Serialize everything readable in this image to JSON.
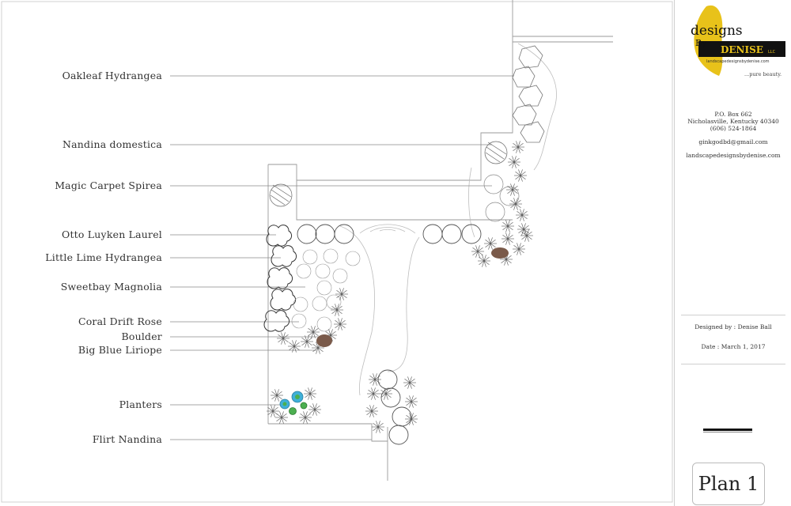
{
  "labels": {
    "oakleaf": "Oakleaf Hydrangea",
    "nandina": "Nandina domestica",
    "spirea": "Magic Carpet Spirea",
    "laurel": "Otto Luyken Laurel",
    "lime": "Little Lime Hydrangea",
    "magnolia": "Sweetbay Magnolia",
    "rose": "Coral Drift Rose",
    "boulder": "Boulder",
    "liriope": "Big Blue Liriope",
    "planters": "Planters",
    "flirt": "Flirt Nandina"
  },
  "logo": {
    "line1": "designs",
    "line2": "By",
    "line3": "DENISE",
    "llc": "LLC",
    "site_small": "landscapedesignsbydenise.com",
    "tagline": "...pure beauty."
  },
  "contact": {
    "box": "P.O. Box 662",
    "city": "Nicholasville, Kentucky 40340",
    "phone": "(606) 524-1864",
    "email": "ginkgodbd@gmail.com",
    "website": "landscapedesignsbydenise.com"
  },
  "credits": {
    "designer": "Designed by : Denise Ball",
    "date": "Date : March 1, 2017"
  },
  "plan_label": "Plan 1",
  "colors": {
    "logo_yellow": "#e8c21a",
    "boulder": "#7a5a4a",
    "planter_blue": "#3fb0d8",
    "planter_green": "#4caf50"
  }
}
